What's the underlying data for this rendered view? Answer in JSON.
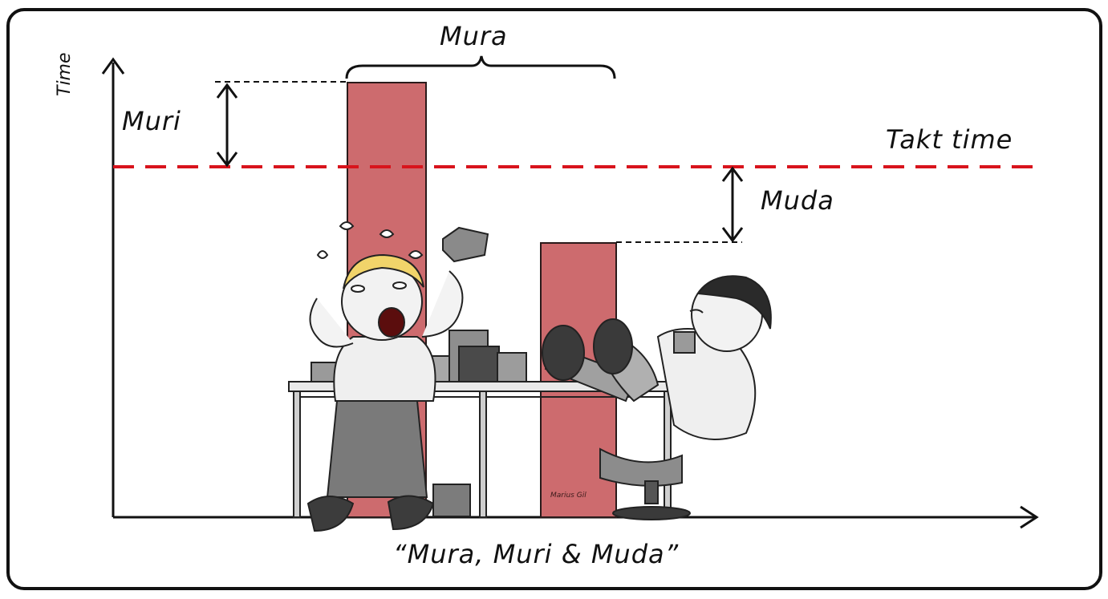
{
  "axis": {
    "y_label": "Time"
  },
  "labels": {
    "mura": "Mura",
    "muri": "Muri",
    "muda": "Muda",
    "takt": "Takt time",
    "caption": "“Mura, Muri & Muda”",
    "signature": "Marius Gil"
  },
  "colors": {
    "bar": "#cd6b6e",
    "bar_stroke": "#2a1a1a",
    "takt_line": "#d8141c",
    "ink": "#111111",
    "frame": "#111111"
  }
}
